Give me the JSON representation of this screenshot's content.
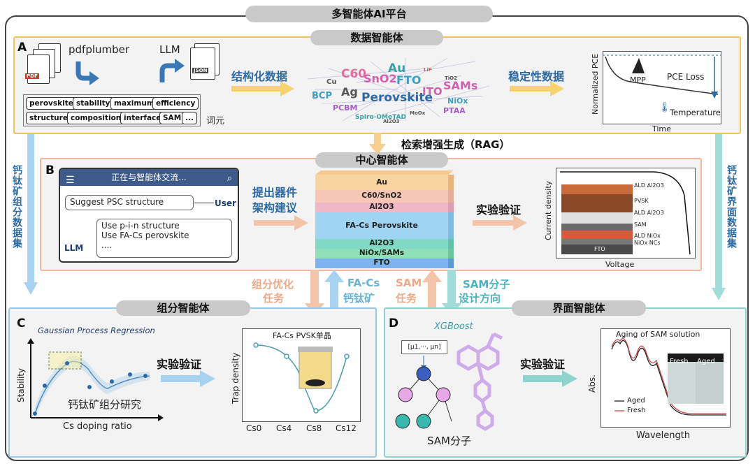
{
  "platform_title": "多智能体AI平台",
  "panel_a": {
    "letter": "A",
    "title": "数据智能体",
    "tool_pdf": "pdfplumber",
    "doc_pdf_label": "PDF",
    "tool_llm": "LLM",
    "doc_json_label": "JSON",
    "keywords": [
      "perovskite",
      "stability",
      "maximum",
      "efficiency",
      "structure",
      "composition",
      "interface",
      "SAM",
      "..."
    ],
    "keywords_label": "词元",
    "structured_label": "结构化数据",
    "wordcloud": [
      "Au",
      "C60",
      "SnO2",
      "FTO",
      "SAMs",
      "Cu",
      "Ag",
      "BCP",
      "Perovskite",
      "ITO",
      "PCBM",
      "NiOx",
      "PTAA",
      "Spiro-OMeTAD",
      "LiF",
      "TiO2",
      "MoOx",
      "Al2O3"
    ],
    "stability_label": "稳定性数据",
    "chart": {
      "ylabel": "Normalized PCE",
      "xlabel": "Time",
      "mpp_label": "MPP",
      "loss_label": "PCE Loss",
      "temp_label": "Temperature"
    }
  },
  "rag_label": "检索增强生成（RAG）",
  "panel_b": {
    "letter": "B",
    "title": "中心智能体",
    "chat_header": "正在与智能体交流...",
    "user_msg": "Suggest PSC structure",
    "user_label": "User",
    "llm_lines": [
      "Use p-i-n structure",
      "Use FA-Cs perovskite",
      "...."
    ],
    "llm_label": "LLM",
    "propose_label_1": "提出器件",
    "propose_label_2": "架构建议",
    "layers": [
      "Au",
      "C60/SnO2",
      "Al2O3",
      "FA-Cs Perovskite",
      "Al2O3",
      "NiOx/SAMs",
      "FTO"
    ],
    "verify_label": "实验验证",
    "jv": {
      "ylabel": "Current density",
      "xlabel": "Voltage",
      "stack_labels": [
        "ALD Al2O3",
        "PVSK",
        "ALD Al2O3",
        "SAM",
        "ALD NiOx",
        "NiOx NCs"
      ],
      "fto_label": "FTO"
    }
  },
  "side_left": "钙钛矿组分数据集",
  "side_right": "钙钛矿界面数据集",
  "flows": {
    "comp_opt_1": "组分优化",
    "comp_opt_2": "任务",
    "facs_1": "FA-Cs",
    "facs_2": "钙钛矿",
    "sam_task_1": "SAM",
    "sam_task_2": "任务",
    "sam_dir_1": "SAM分子",
    "sam_dir_2": "设计方向"
  },
  "panel_c": {
    "letter": "C",
    "title": "组分智能体",
    "gpr_label": "Gaussian Process Regression",
    "ylabel": "Stability",
    "xlabel": "Cs doping ratio",
    "study_label": "钙钛矿组分研究",
    "verify_label": "实验验证",
    "trap_title": "FA-Cs PVSK单晶",
    "trap_ylabel": "Trap density",
    "trap_categories": [
      "Cs0",
      "Cs4",
      "Cs8",
      "Cs12"
    ]
  },
  "panel_d": {
    "letter": "D",
    "title": "界面智能体",
    "xgb_label": "XGBoost",
    "vector_label": "[μ1,···, μn]",
    "sam_label": "SAM分子",
    "verify_label": "实验验证",
    "aging_title": "Aging of SAM solution",
    "ylabel": "Abs.",
    "xlabel": "Wavelength",
    "legend": [
      "Aged",
      "Fresh"
    ],
    "photo_labels": [
      "Fresh",
      "Aged"
    ]
  },
  "colors": {
    "panel_a_border": "#f0c457",
    "panel_b_border": "#f2b5a2",
    "panel_c_border": "#9cc8e8",
    "panel_d_border": "#8fd3cf",
    "accent_blue": "#2b6aa6"
  }
}
